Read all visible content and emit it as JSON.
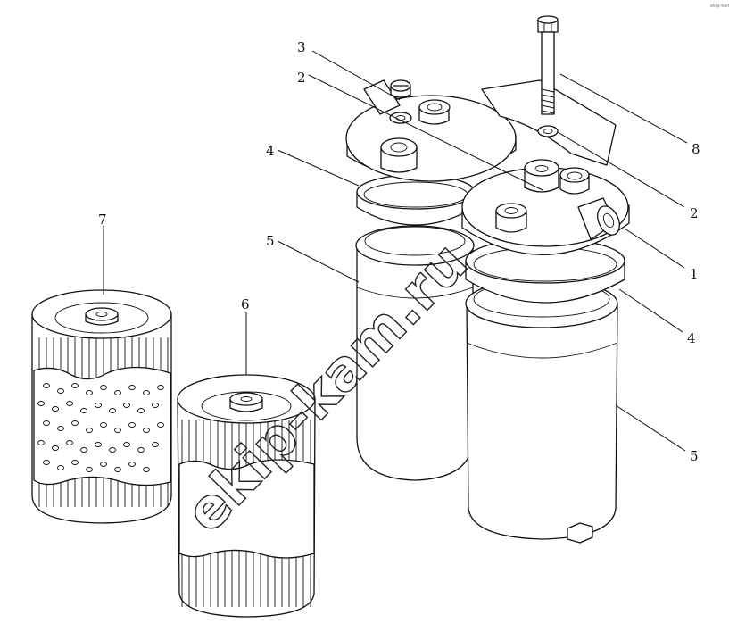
{
  "diagram": {
    "labels": {
      "bolt": "8",
      "washer_right": "2",
      "housing_cap": "1",
      "seal_ring_right": "4",
      "bowl_right": "5",
      "screw": "3",
      "washer_left": "2",
      "seal_ring_left": "4",
      "bowl_left": "5",
      "element_cartridge": "6",
      "element_perforated": "7"
    },
    "watermark": "ekip-kam.ru",
    "corner_mark": "ekip-kam"
  }
}
